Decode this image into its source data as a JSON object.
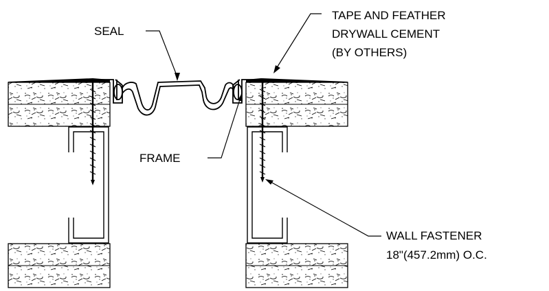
{
  "labels": {
    "seal": "SEAL",
    "tape_line1": "TAPE AND FEATHER",
    "tape_line2": "DRYWALL CEMENT",
    "tape_line3": "(BY OTHERS)",
    "frame": "FRAME",
    "fastener_line1": "WALL FASTENER",
    "fastener_line2": "18\"(457.2mm) O.C."
  }
}
